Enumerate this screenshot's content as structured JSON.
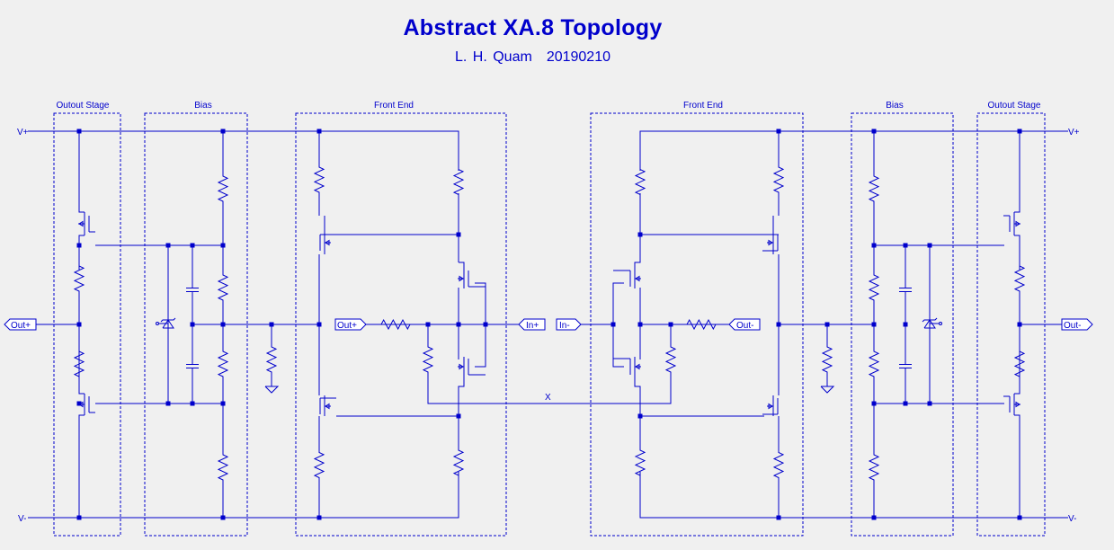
{
  "title": "Abstract XA.8 Topology",
  "author": "L. H. Quam",
  "date": "20190210",
  "blocks": {
    "output_stage_left": "Outout Stage",
    "bias_left": "Bias",
    "front_end_left": "Front End",
    "front_end_right": "Front End",
    "bias_right": "Bias",
    "output_stage_right": "Outout Stage"
  },
  "rails": {
    "vplus_left": "V+",
    "vminus_left": "V-",
    "vplus_right": "V+",
    "vminus_right": "V-"
  },
  "ports": {
    "out_plus_left": "Out+",
    "out_plus_frontend": "Out+",
    "in_plus": "In+",
    "in_minus": "In-",
    "out_minus_frontend": "Out-",
    "out_minus_right": "Out-"
  },
  "cross_net_label": "X"
}
